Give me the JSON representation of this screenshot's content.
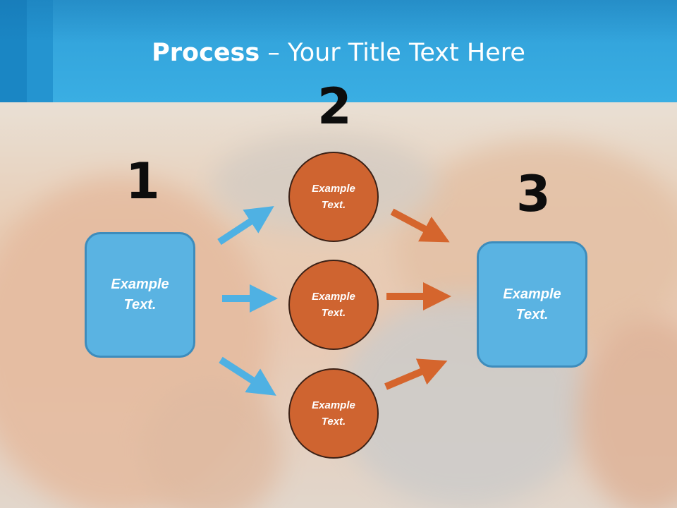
{
  "slide": {
    "title_bold": "Process",
    "title_rest": " – Your Title Text Here"
  },
  "steps": [
    {
      "number": "1"
    },
    {
      "number": "2"
    },
    {
      "number": "3"
    }
  ],
  "left_box": {
    "text": "Example Text."
  },
  "middle_circles": [
    {
      "text": "Example Text."
    },
    {
      "text": "Example Text."
    },
    {
      "text": "Example Text."
    }
  ],
  "right_box": {
    "text": "Example Text."
  },
  "colors": {
    "header": "#3aaee3",
    "box_fill": "#5ab3e2",
    "circle_fill": "#cf6430",
    "arrow_blue": "#4fb1e3",
    "arrow_orange": "#d5652d"
  }
}
